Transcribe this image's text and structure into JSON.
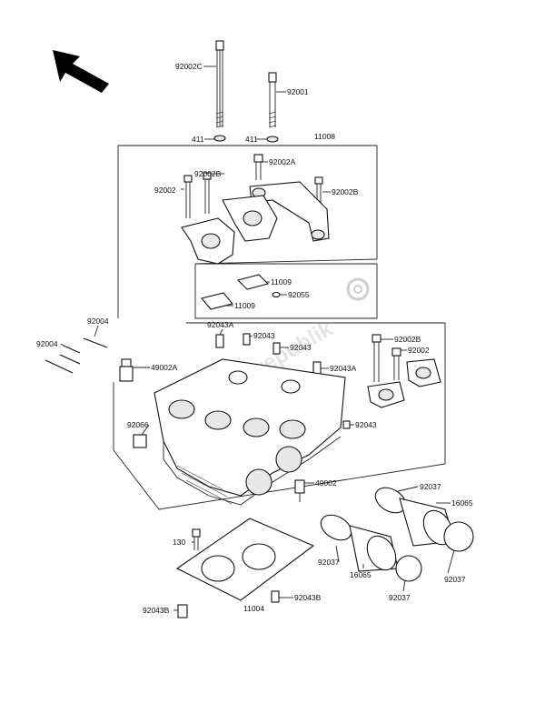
{
  "watermark": "Partsrepublik",
  "labels": {
    "l_92002C": "92002C",
    "l_92001": "92001",
    "l_411a": "411",
    "l_411b": "411",
    "l_11008": "11008",
    "l_92002A_top": "92002A",
    "l_92002B_a": "92002B",
    "l_92002_a": "92002",
    "l_92002B_b": "92002B",
    "l_11009_a": "11009",
    "l_92055": "92055",
    "l_11009_b": "11009",
    "l_92004_a": "92004",
    "l_92004_b": "92004",
    "l_92043A_a": "92043A",
    "l_92043_a": "92043",
    "l_92043_b": "92043",
    "l_49002A": "49002A",
    "l_92043A_b": "92043A",
    "l_92002B_c": "92002B",
    "l_92002_b": "92002",
    "l_92066": "92066",
    "l_92043_c": "92043",
    "l_49002": "49002",
    "l_92037_a": "92037",
    "l_16065_a": "16065",
    "l_130": "130",
    "l_92037_b": "92037",
    "l_16065_b": "16065",
    "l_92037_c": "92037",
    "l_92037_d": "92037",
    "l_92043B_a": "92043B",
    "l_11004": "11004",
    "l_92043B_b": "92043B"
  }
}
